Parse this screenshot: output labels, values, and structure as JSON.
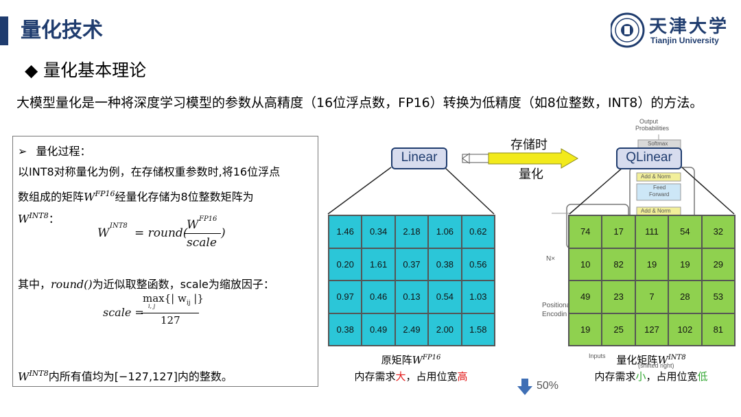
{
  "header": {
    "title": "量化技术",
    "logo_cn": "天津大学",
    "logo_en": "Tianjin University"
  },
  "subtitle": "◆ 量化基本理论",
  "intro": "大模型量化是一种将深度学习模型的参数从高精度（16位浮点数，FP16）转换为低精度（如8位整数，INT8）的方法。",
  "left_box": {
    "heading_bullet": "➢",
    "heading": "量化过程：",
    "line1": "以INT8对称量化为例，在存储权重参数时,将16位浮点",
    "line2_a": "数组成的矩阵",
    "line2_sym": "W",
    "line2_sup": "FP16",
    "line2_b": "经量化存储为8位整数矩阵为",
    "line3_sym": "W",
    "line3_sup": "INT8",
    "line3_b": "：",
    "formula1_lhs": "W",
    "formula1_lhs_sup": "INT8",
    "formula1_eq": "= round(",
    "formula1_num": "W",
    "formula1_num_sup": "FP16",
    "formula1_den": "scale",
    "formula1_close": ")",
    "line4_a": "其中，",
    "line4_fn": "round()",
    "line4_b": "为近似取整函数，scale为缩放因子：",
    "formula2_lhs": "scale =",
    "formula2_num": "max{| w",
    "formula2_num_sub": "ij",
    "formula2_num_close": " |}",
    "formula2_num_under": "i, j",
    "formula2_den": "127",
    "line5_sym": "W",
    "line5_sup": "INT8",
    "line5_b": "内所有值均为[−127,127]内的整数。"
  },
  "diagram": {
    "linear_label": "Linear",
    "qlinear_label": "QLinear",
    "arrow_top": "存储时",
    "arrow_bottom": "量化",
    "fp_caption_a": "原矩阵",
    "fp_caption_sym": "W",
    "fp_caption_sup": "FP16",
    "fp_mem_a": "内存需求",
    "fp_mem_hl": "大",
    "fp_mem_b": "，占用位宽",
    "fp_mem_hl2": "高",
    "int_caption_a": "量化矩阵",
    "int_caption_sym": "W",
    "int_caption_sup": "INT8",
    "int_mem_a": "内存需求",
    "int_mem_hl": "小",
    "int_mem_b": "，占用位宽",
    "int_mem_hl2": "低",
    "reduction": "50%",
    "transformer": {
      "output": "Output",
      "probabilities": "Probabilities",
      "softmax": "Softmax",
      "add_norm": "Add & Norm",
      "feed": "Feed",
      "forward": "Forward",
      "add_norm2": "Add & Norm",
      "nx": "N×",
      "positional": "Positiona",
      "encoding": "Encodin",
      "inputs": "Inputs",
      "shifted": "(shifted right)"
    }
  },
  "matrix_fp16": [
    [
      "1.46",
      "0.34",
      "2.18",
      "1.06",
      "0.62"
    ],
    [
      "0.20",
      "1.61",
      "0.37",
      "0.38",
      "0.56"
    ],
    [
      "0.97",
      "0.46",
      "0.13",
      "0.54",
      "1.03"
    ],
    [
      "0.38",
      "0.49",
      "2.49",
      "2.00",
      "1.58"
    ]
  ],
  "matrix_int8": [
    [
      "74",
      "17",
      "111",
      "54",
      "32"
    ],
    [
      "10",
      "82",
      "19",
      "19",
      "29"
    ],
    [
      "49",
      "23",
      "7",
      "28",
      "53"
    ],
    [
      "19",
      "25",
      "127",
      "102",
      "81"
    ]
  ],
  "colors": {
    "brand": "#1f3c6e",
    "fp_cell": "#2bc6d8",
    "int_cell": "#8fd14f",
    "arrow": "#f2ea1c",
    "high": "#e21b1b",
    "low": "#2ea52e",
    "down_arrow": "#3f6fb5"
  }
}
